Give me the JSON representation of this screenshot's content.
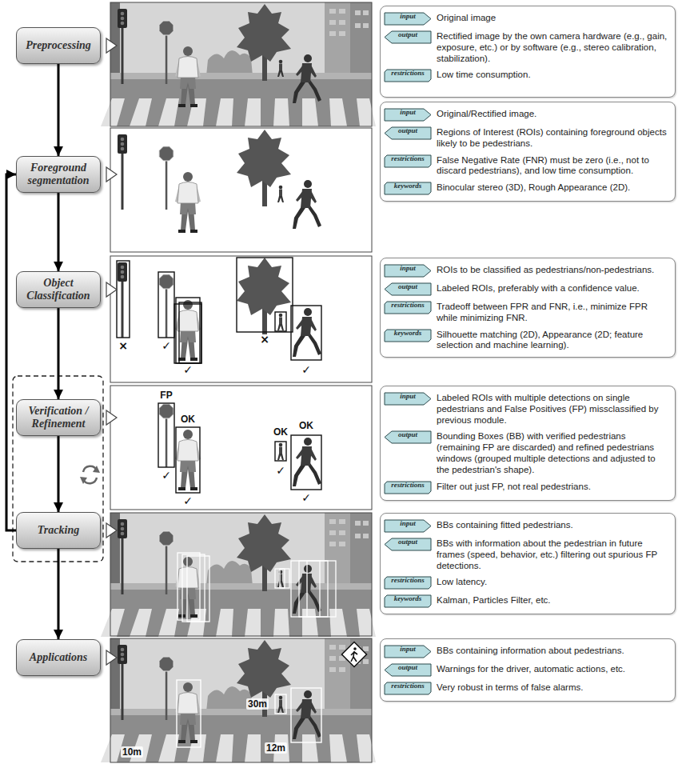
{
  "diagram": {
    "nodes": [
      {
        "text": [
          "Preprocessing"
        ]
      },
      {
        "text": [
          "input",
          "Original image"
        ]
      },
      {
        "text": [
          "output",
          "Rectified image by the own camera hardware (e.g., gain, exposure, etc.) or by software (e.g., stereo calibration, stabilization)."
        ]
      },
      {
        "text": [
          "restrictions",
          "Low time consumption."
        ]
      },
      {
        "text": [
          "Foreground segmentation"
        ]
      },
      {
        "text": [
          "input",
          "Original/Rectified image."
        ]
      },
      {
        "text": [
          "output",
          "Regions of Interest (ROIs) containing foreground objects likely to be pedestrians."
        ]
      },
      {
        "text": [
          "restrictions",
          "False Negative Rate (FNR) must be zero (i.e., not to discard pedestrians), and low time consumption."
        ]
      },
      {
        "text": [
          "keywords",
          "Binocular stereo (3D), Rough Appearance (2D)."
        ]
      },
      {
        "text": [
          "Object Classification"
        ]
      },
      {
        "text": [
          "input",
          "ROIs to be classified as pedestrians/non-pedestrians."
        ]
      },
      {
        "text": [
          "output",
          "Labeled ROIs, preferably with a confidence value."
        ]
      },
      {
        "text": [
          "restrictions",
          "Tradeoff between FPR and FNR, i.e., minimize FPR while minimizing FNR."
        ]
      },
      {
        "text": [
          "keywords",
          "Silhouette matching (2D), Appearance (2D; feature selection and machine learning)."
        ]
      },
      {
        "text": [
          "Verification / Refinement"
        ]
      },
      {
        "text": [
          "input",
          "Labeled ROIs with multiple detections on single pedestrians and False Positives (FP) missclassified by previous module."
        ]
      },
      {
        "text": [
          "output",
          "Bounding Boxes (BB) with verified pedestrians (remaining FP are discarded) and refined pedestrians windows (grouped multiple detections and adjusted to the pedestrian's shape)."
        ]
      },
      {
        "text": [
          "restrictions",
          "Filter out just FP, not real pedestrians."
        ]
      },
      {
        "text": [
          "Tracking"
        ]
      },
      {
        "text": [
          "input",
          "BBs containing fitted pedestrians."
        ]
      },
      {
        "text": [
          "output",
          "BBs with information about the pedestrian in future frames (speed, behavior, etc.) filtering out spurious FP detections."
        ]
      },
      {
        "text": [
          "restrictions",
          "Low latency."
        ]
      },
      {
        "text": [
          "keywords",
          "Kalman, Particles Filter, etc."
        ]
      },
      {
        "text": [
          "Applications"
        ]
      },
      {
        "text": [
          "input",
          "BBs containing information about pedestrians."
        ]
      },
      {
        "text": [
          "output",
          "Warnings for the driver, automatic actions, etc."
        ]
      },
      {
        "text": [
          "restrictions",
          "Very robust in terms of false alarms."
        ]
      }
    ],
    "edges": [
      {
        "from": 0,
        "to": 4,
        "arrow": "to"
      },
      {
        "from": 4,
        "to": 9,
        "arrow": "to"
      },
      {
        "from": 9,
        "to": 14,
        "arrow": "to"
      },
      {
        "from": 14,
        "to": 18,
        "arrow": "to"
      },
      {
        "from": 18,
        "to": 4,
        "arrow": "to"
      },
      {
        "from": 18,
        "to": 23,
        "arrow": "to"
      }
    ],
    "labels": [
      "×",
      "✓",
      "✓",
      "×",
      "✓",
      "FP",
      "OK",
      "OK",
      "OK",
      "✓",
      "✓",
      "✓",
      "✓",
      "30m",
      "10m",
      "12m"
    ]
  }
}
